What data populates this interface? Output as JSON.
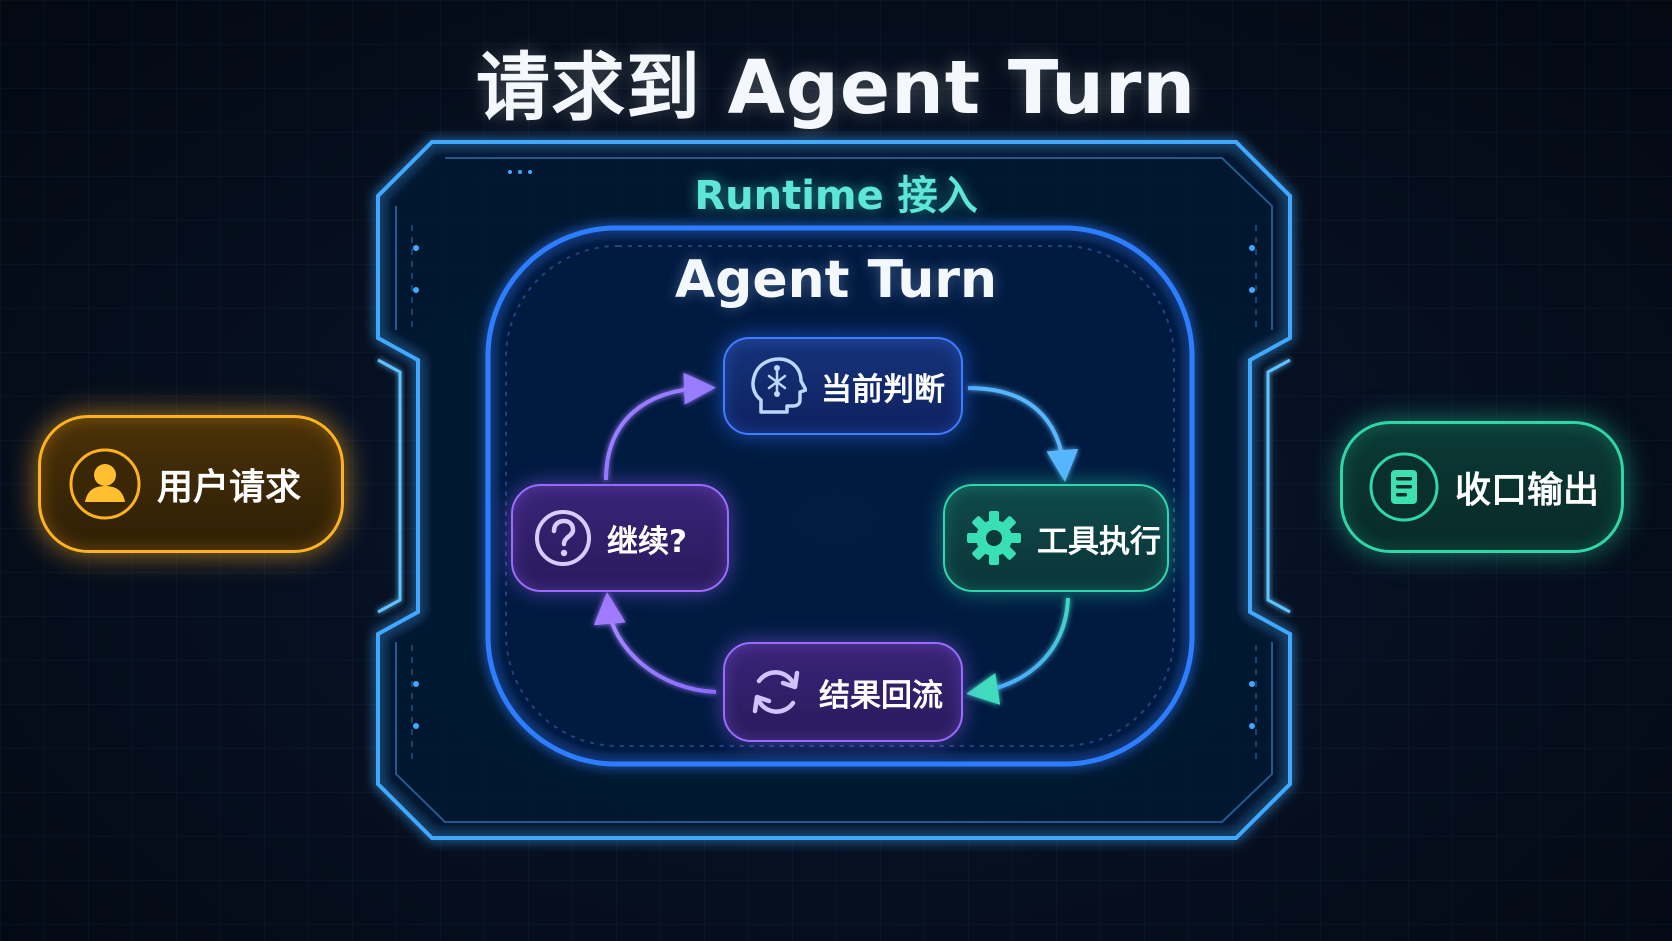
{
  "title": "请求到 Agent Turn",
  "runtime_label": "Runtime 接入",
  "turn_label": "Agent Turn",
  "nodes": {
    "request": {
      "label": "用户请求",
      "icon": "user-icon"
    },
    "judge": {
      "label": "当前判断",
      "icon": "brain-head-icon"
    },
    "tool": {
      "label": "工具执行",
      "icon": "gear-icon"
    },
    "result": {
      "label": "结果回流",
      "icon": "refresh-icon"
    },
    "continue": {
      "label": "继续?",
      "icon": "question-icon"
    },
    "output": {
      "label": "收口输出",
      "icon": "document-list-icon"
    }
  },
  "colors": {
    "background": "#050b16",
    "runtime_frame": "#3fa9ff",
    "turn_frame": "#2f7dff",
    "request_accent": "#ffb21f",
    "output_accent": "#2fd6a6",
    "judge_accent": "#3f7dff",
    "tool_accent": "#2fd6b0",
    "loop_accent": "#9b6bff",
    "runtime_label": "#5ee6d8"
  }
}
